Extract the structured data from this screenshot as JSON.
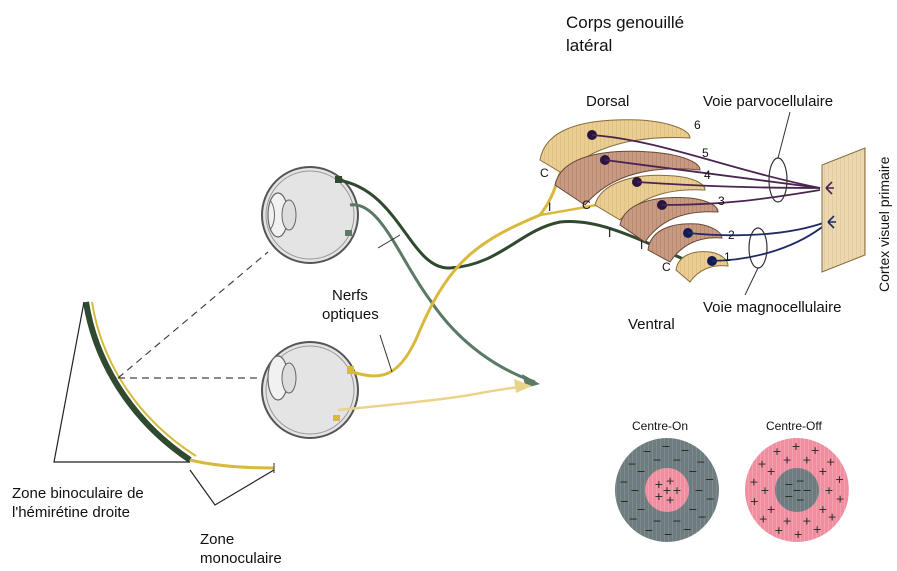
{
  "labels": {
    "lgn_title_1": "Corps genouillé",
    "lgn_title_2": "latéral",
    "dorsal": "Dorsal",
    "ventral": "Ventral",
    "parvo": "Voie parvocellulaire",
    "magno": "Voie magnocellulaire",
    "cortex": "Cortex visuel primaire",
    "nerves_1": "Nerfs",
    "nerves_2": "optiques",
    "binocular_1": "Zone binoculaire de",
    "binocular_2": "l'hémirétine droite",
    "monocular_1": "Zone",
    "monocular_2": "monoculaire",
    "centre_on": "Centre-On",
    "centre_off": "Centre-Off"
  },
  "layer_numbers": [
    "6",
    "5",
    "4",
    "3",
    "2",
    "1"
  ],
  "layer_marks": [
    "C",
    "I",
    "C",
    "I",
    "I",
    "C"
  ],
  "colors": {
    "yellow_path": "#d9b93c",
    "dark_green_path": "#2f4a2e",
    "gray_green_path": "#5a7a66",
    "parvo_path": "#4a2550",
    "magno_path": "#1f2b66",
    "lgn_tan": "#e9cd92",
    "lgn_brown": "#c99a82",
    "on_center": "#f08ea0",
    "off_surround": "#6e7c80"
  }
}
